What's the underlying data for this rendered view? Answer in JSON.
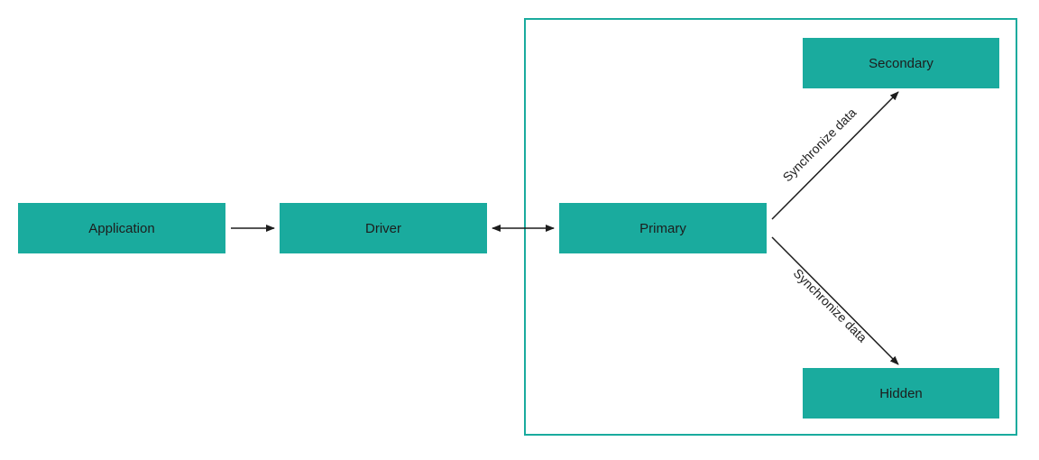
{
  "nodes": {
    "application": "Application",
    "driver": "Driver",
    "primary": "Primary",
    "secondary": "Secondary",
    "hidden": "Hidden"
  },
  "edges": {
    "to_secondary_label": "Synchronize data",
    "to_hidden_label": "Synchronize data"
  },
  "colors": {
    "node_fill": "#1aab9e",
    "group_border": "#1aab9e",
    "arrow": "#1d1d1d"
  }
}
